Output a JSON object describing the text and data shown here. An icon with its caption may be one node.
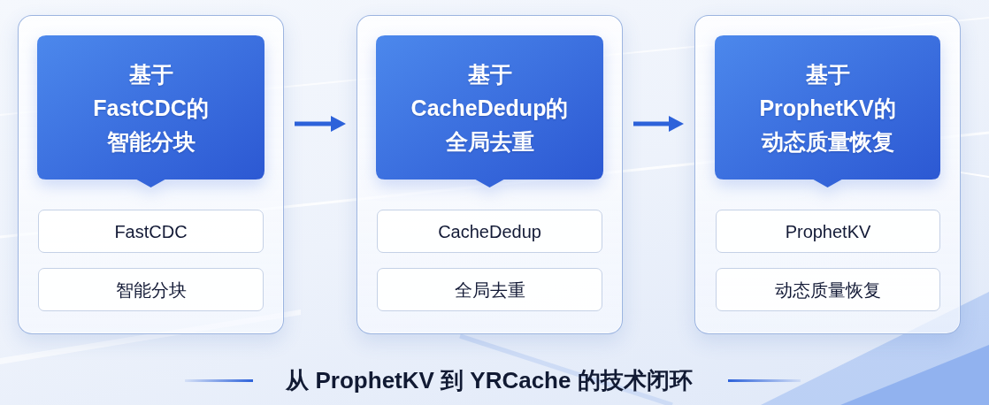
{
  "diagram": {
    "title": "从 ProphetKV 到 YRCache 的技术闭环",
    "nodes": [
      {
        "text": [],
        "shape": "box"
      },
      {
        "text": [
          "基于FastCDC的智能分块"
        ],
        "in": 0
      },
      {
        "text": [
          "FastCDC"
        ],
        "in": 0
      },
      {
        "text": [
          "智能分块"
        ],
        "in": 0
      },
      {
        "text": [],
        "shape": "box"
      },
      {
        "text": [
          "基于CacheDedup的全局去重"
        ],
        "in": 4
      },
      {
        "text": [
          "CacheDedup"
        ],
        "in": 4
      },
      {
        "text": [
          "全局去重"
        ],
        "in": 4
      },
      {
        "text": [],
        "shape": "box"
      },
      {
        "text": [
          "基于ProphetKV的动态质量恢复"
        ],
        "in": 8
      },
      {
        "text": [
          "ProphetKV"
        ],
        "in": 8
      },
      {
        "text": [
          "动态质量恢复"
        ],
        "in": 8
      }
    ],
    "edges": [
      {
        "from": 0,
        "to": 4,
        "arrow": "to"
      },
      {
        "from": 4,
        "to": 8,
        "arrow": "to"
      }
    ]
  }
}
